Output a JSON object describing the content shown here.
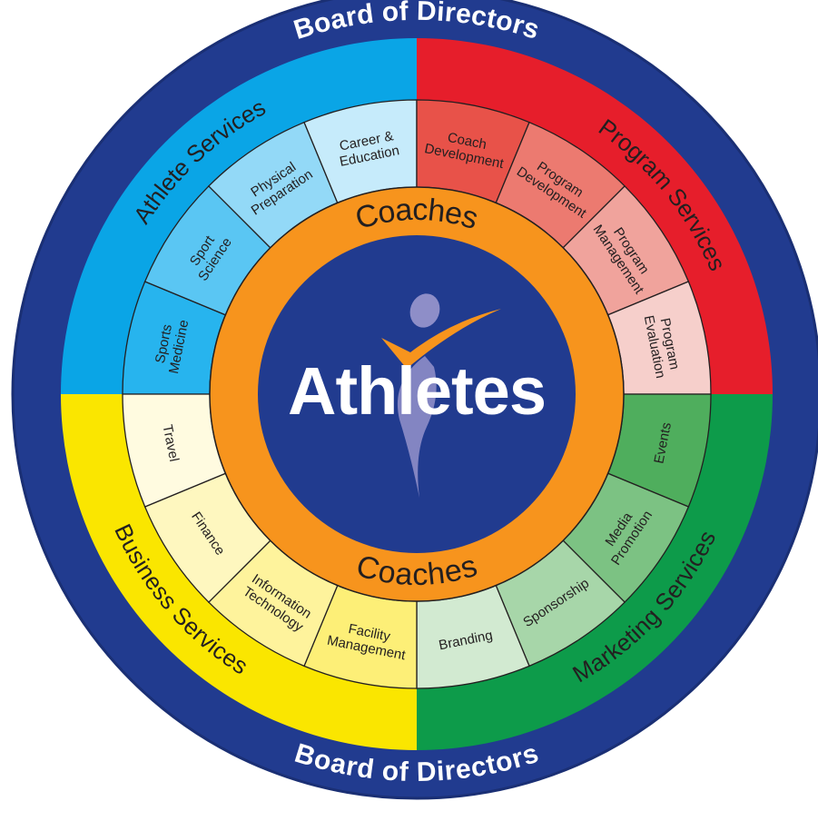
{
  "center": {
    "label": "Athletes"
  },
  "coaches": {
    "top": "Coaches",
    "bottom": "Coaches"
  },
  "board": {
    "top": "Board of Directors",
    "bottom": "Board of Directors"
  },
  "quadrants": [
    {
      "id": "athlete",
      "title": "Athlete Services",
      "color": "#0aa5e6",
      "segments": [
        {
          "lines": [
            "Sports",
            "Medicine"
          ],
          "color": "#27b4ee"
        },
        {
          "lines": [
            "Sport",
            "Science"
          ],
          "color": "#5ac6f3"
        },
        {
          "lines": [
            "Physical",
            "Preparation"
          ],
          "color": "#93d9f7"
        },
        {
          "lines": [
            "Career &",
            "Education"
          ],
          "color": "#c6ebfb"
        }
      ]
    },
    {
      "id": "program",
      "title": "Program Services",
      "color": "#e61e2b",
      "segments": [
        {
          "lines": [
            "Coach",
            "Development"
          ],
          "color": "#e85249"
        },
        {
          "lines": [
            "Program",
            "Development"
          ],
          "color": "#ec7a70"
        },
        {
          "lines": [
            "Program",
            "Management"
          ],
          "color": "#f0a39c"
        },
        {
          "lines": [
            "Program",
            "Evaluation"
          ],
          "color": "#f6cfcb"
        }
      ]
    },
    {
      "id": "marketing",
      "title": "Marketing Services",
      "color": "#0d9b4a",
      "segments": [
        {
          "lines": [
            "Events"
          ],
          "color": "#4fae5d"
        },
        {
          "lines": [
            "Media",
            "Promotion"
          ],
          "color": "#7cc283"
        },
        {
          "lines": [
            "Sponsorship"
          ],
          "color": "#a7d6a9"
        },
        {
          "lines": [
            "Branding"
          ],
          "color": "#d2ead1"
        }
      ]
    },
    {
      "id": "business",
      "title": "Business Services",
      "color": "#fae600",
      "segments": [
        {
          "lines": [
            "Facility",
            "Management"
          ],
          "color": "#fdef77"
        },
        {
          "lines": [
            "Information",
            "Technology"
          ],
          "color": "#fef39c"
        },
        {
          "lines": [
            "Finance"
          ],
          "color": "#fef7bf"
        },
        {
          "lines": [
            "Travel"
          ],
          "color": "#fffbe0"
        }
      ]
    }
  ],
  "colors": {
    "board_ring": "#213b8f",
    "coach_ring": "#f7941d",
    "center": "#213b8f",
    "figure": "#8e8ec8",
    "figure_arm": "#f7941d",
    "text_dark": "#231f20",
    "text_light": "#ffffff"
  }
}
